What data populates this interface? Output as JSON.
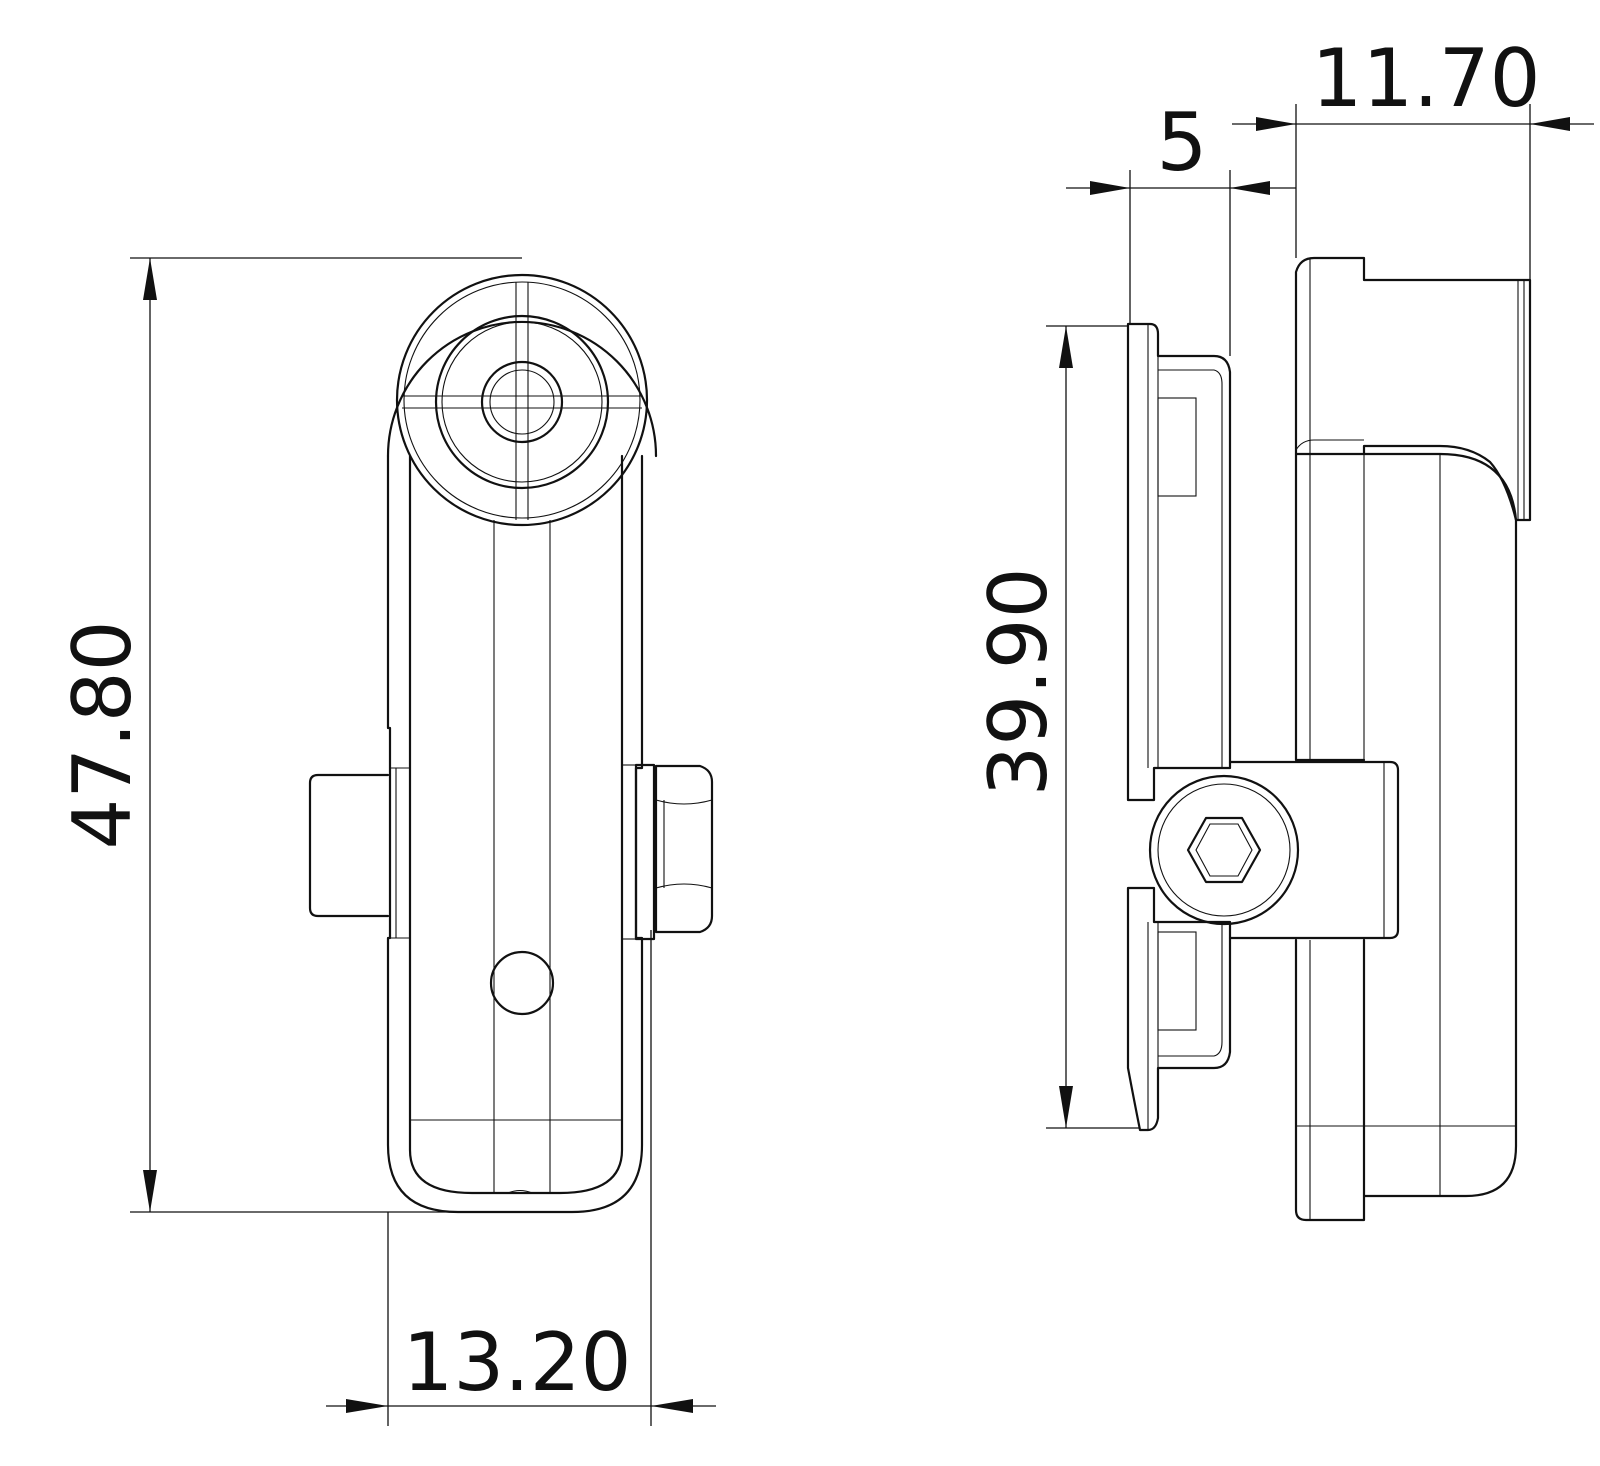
{
  "dimensions": {
    "height_left": "47.80",
    "width_bottom": "13.20",
    "height_right": "39.90",
    "offset_top": "5",
    "depth_top": "11.70"
  },
  "colors": {
    "line": "#111111",
    "background": "#ffffff"
  }
}
